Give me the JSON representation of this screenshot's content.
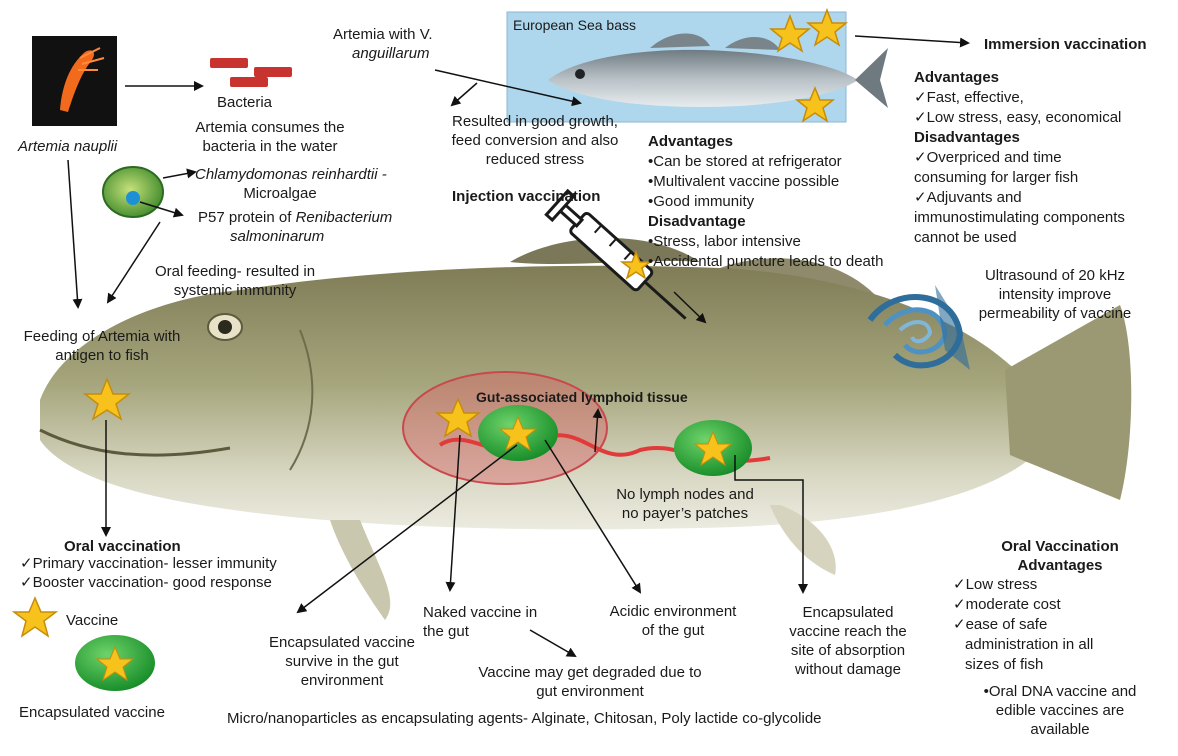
{
  "artemia": {
    "label": "Artemia nauplii",
    "bacteria": "Bacteria",
    "consumes_1": "Artemia consumes the",
    "consumes_2": "bacteria in the water",
    "with_1": "Artemia with V.",
    "with_2": "anguillarum",
    "result_1": "Resulted in good growth,",
    "result_2": "feed conversion and also",
    "result_3": "reduced stress",
    "feeding_1": "Feeding of Artemia with",
    "feeding_2": "antigen to fish"
  },
  "microalgae": {
    "name": "Chlamydomonas reinhardtii -",
    "type": "Microalgae",
    "protein_1": "P57 protein of ",
    "protein_italic": "Renibacterium",
    "protein_2": "salmoninarum",
    "oral_1": "Oral feeding- resulted in",
    "oral_2": "systemic immunity"
  },
  "sea_bass": {
    "label": "European Sea bass"
  },
  "immersion": {
    "title": "Immersion vaccination",
    "adv_title": "Advantages",
    "adv": [
      "✓Fast, effective,",
      "✓Low stress, easy, economical"
    ],
    "dis_title": "Disadvantages",
    "dis": [
      "✓Overpriced and time",
      " consuming for larger fish",
      "✓Adjuvants and",
      "immunostimulating components",
      "cannot be used"
    ]
  },
  "injection": {
    "title": "Injection vaccination",
    "adv_title": "Advantages",
    "adv": [
      "•Can be stored at refrigerator",
      "•Multivalent vaccine possible",
      "•Good immunity"
    ],
    "dis_title": "Disadvantage",
    "dis": [
      "•Stress, labor intensive",
      "•Accidental puncture leads to death"
    ]
  },
  "ultrasound": {
    "lines": [
      "Ultrasound of 20 kHz",
      "intensity improve",
      "permeability of vaccine"
    ]
  },
  "galt": {
    "label": "Gut-associated lymphoid tissue"
  },
  "no_lymph": [
    "No lymph nodes and",
    "no payer’s patches"
  ],
  "oral_vaccination": {
    "title": "Oral vaccination",
    "items": [
      "✓Primary vaccination- lesser immunity",
      "✓Booster vaccination- good response"
    ]
  },
  "legend": {
    "vaccine": "Vaccine",
    "encapsulated": "Encapsulated vaccine"
  },
  "gut": {
    "encap_survive": [
      "Encapsulated vaccine",
      "survive in the gut",
      "environment"
    ],
    "naked": [
      "Naked vaccine in",
      "the gut"
    ],
    "acidic": [
      "Acidic environment",
      "of the gut"
    ],
    "degraded": [
      "Vaccine may get degraded due to",
      "gut environment"
    ],
    "encap_reach": [
      "Encapsulated",
      "vaccine reach the",
      "site of absorption",
      "without damage"
    ]
  },
  "oral_adv": {
    "title": [
      "Oral Vaccination",
      "Advantages"
    ],
    "items": [
      "✓Low stress",
      "✓moderate cost",
      "✓ease of safe",
      "administration in all",
      "sizes of fish"
    ],
    "note": [
      "•Oral DNA vaccine and",
      "edible vaccines are",
      "available"
    ]
  },
  "footer": "Micro/nanoparticles as encapsulating agents- Alginate, Chitosan, Poly lactide co-glycolide",
  "colors": {
    "star": "#f7c21b",
    "capsule": "#1f9a32",
    "gut_ellipse": "#c9484e",
    "fish_body": "#9c9b71",
    "sea_bass_box": "#a9d3ea"
  }
}
